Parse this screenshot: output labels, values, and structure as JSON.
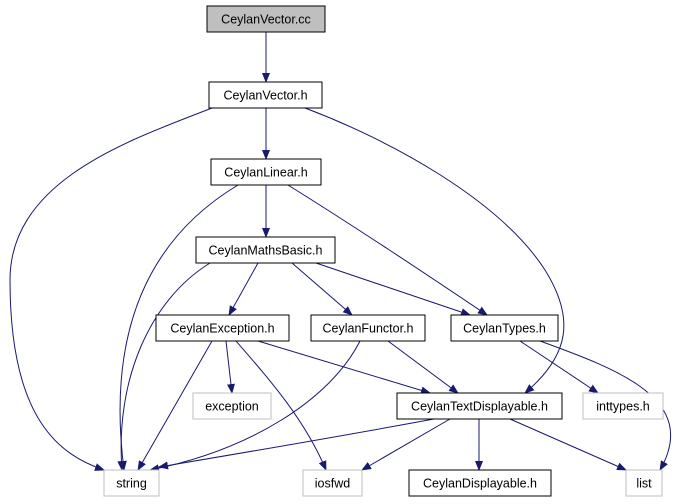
{
  "diagram": {
    "type": "include-dependency-graph",
    "colors": {
      "edge": "#191970",
      "root_fill": "#bfbfbf",
      "project_border": "#000000",
      "external_border": "#bfbfbf",
      "background": "#ffffff"
    },
    "nodes": [
      {
        "id": "ceylanvector_cc",
        "label": "CeylanVector.cc",
        "kind": "root"
      },
      {
        "id": "ceylanvector_h",
        "label": "CeylanVector.h",
        "kind": "project"
      },
      {
        "id": "ceylanlinear_h",
        "label": "CeylanLinear.h",
        "kind": "project"
      },
      {
        "id": "ceylanmathsbasic_h",
        "label": "CeylanMathsBasic.h",
        "kind": "project"
      },
      {
        "id": "ceylanexception_h",
        "label": "CeylanException.h",
        "kind": "project"
      },
      {
        "id": "ceylanfunctor_h",
        "label": "CeylanFunctor.h",
        "kind": "project"
      },
      {
        "id": "ceylantypes_h",
        "label": "CeylanTypes.h",
        "kind": "project"
      },
      {
        "id": "exception",
        "label": "exception",
        "kind": "external"
      },
      {
        "id": "ceylantextdisplayable_h",
        "label": "CeylanTextDisplayable.h",
        "kind": "project"
      },
      {
        "id": "inttypes_h",
        "label": "inttypes.h",
        "kind": "external"
      },
      {
        "id": "string",
        "label": "string",
        "kind": "external"
      },
      {
        "id": "iosfwd",
        "label": "iosfwd",
        "kind": "external"
      },
      {
        "id": "ceylandisplayable_h",
        "label": "CeylanDisplayable.h",
        "kind": "project"
      },
      {
        "id": "list",
        "label": "list",
        "kind": "external"
      }
    ],
    "edges": [
      {
        "from": "ceylanvector_cc",
        "to": "ceylanvector_h"
      },
      {
        "from": "ceylanvector_h",
        "to": "ceylanlinear_h"
      },
      {
        "from": "ceylanvector_h",
        "to": "string"
      },
      {
        "from": "ceylanvector_h",
        "to": "ceylantextdisplayable_h"
      },
      {
        "from": "ceylanlinear_h",
        "to": "ceylanmathsbasic_h"
      },
      {
        "from": "ceylanlinear_h",
        "to": "string"
      },
      {
        "from": "ceylanlinear_h",
        "to": "ceylantypes_h"
      },
      {
        "from": "ceylanmathsbasic_h",
        "to": "ceylanexception_h"
      },
      {
        "from": "ceylanmathsbasic_h",
        "to": "ceylanfunctor_h"
      },
      {
        "from": "ceylanmathsbasic_h",
        "to": "ceylantypes_h"
      },
      {
        "from": "ceylanmathsbasic_h",
        "to": "string"
      },
      {
        "from": "ceylanexception_h",
        "to": "exception"
      },
      {
        "from": "ceylanexception_h",
        "to": "string"
      },
      {
        "from": "ceylanexception_h",
        "to": "iosfwd"
      },
      {
        "from": "ceylanexception_h",
        "to": "ceylantextdisplayable_h"
      },
      {
        "from": "ceylanfunctor_h",
        "to": "ceylantextdisplayable_h"
      },
      {
        "from": "ceylanfunctor_h",
        "to": "string"
      },
      {
        "from": "ceylantypes_h",
        "to": "inttypes_h"
      },
      {
        "from": "ceylantypes_h",
        "to": "list"
      },
      {
        "from": "ceylantextdisplayable_h",
        "to": "string"
      },
      {
        "from": "ceylantextdisplayable_h",
        "to": "iosfwd"
      },
      {
        "from": "ceylantextdisplayable_h",
        "to": "ceylandisplayable_h"
      },
      {
        "from": "ceylantextdisplayable_h",
        "to": "list"
      }
    ]
  }
}
